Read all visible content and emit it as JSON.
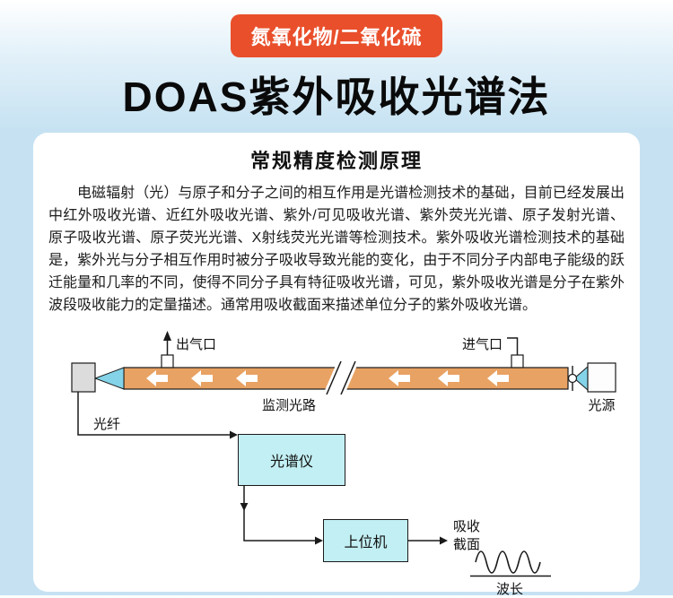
{
  "colors": {
    "badge-bg": "#E94F2B",
    "bg-top": "#FFFFFF",
    "bg-mid": "#E3F1F9",
    "bg-main": "#C6E2F2",
    "card-bg": "#FFFFFF",
    "title-color": "#0A0A0A",
    "text-color": "#1C1C1C",
    "tube-fill": "#E8A263",
    "beam-fill": "#84D3E8",
    "device-fill": "#C2EFF3"
  },
  "badge": {
    "label": "氮氧化物/二氧化硫"
  },
  "title": "DOAS紫外吸收光谱法",
  "card": {
    "heading": "常规精度检测原理",
    "paragraph": "电磁辐射（光）与原子和分子之间的相互作用是光谱检测技术的基础，目前已经发展出中红外吸收光谱、近红外吸收光谱、紫外/可见吸收光谱、紫外荧光光谱、原子发射光谱、原子吸收光谱、原子荧光光谱、X射线荧光光谱等检测技术。紫外吸收光谱检测技术的基础是，紫外光与分子相互作用时被分子吸收导致光能的变化，由于不同分子内部电子能级的跃迁能量和几率的不同，使得不同分子具有特征吸收光谱，可见，紫外吸收光谱是分子在紫外波段吸收能力的定量描述。通常用吸收截面来描述单位分子的紫外吸收光谱。"
  },
  "diagram": {
    "gas_outlet": "出气口",
    "gas_inlet": "进气口",
    "monitor_path": "监测光路",
    "light_source": "光源",
    "fiber": "光纤",
    "spectrometer": "光谱仪",
    "host_computer": "上位机",
    "absorption_cross_section": "吸收\n截面",
    "wavelength": "波长"
  }
}
